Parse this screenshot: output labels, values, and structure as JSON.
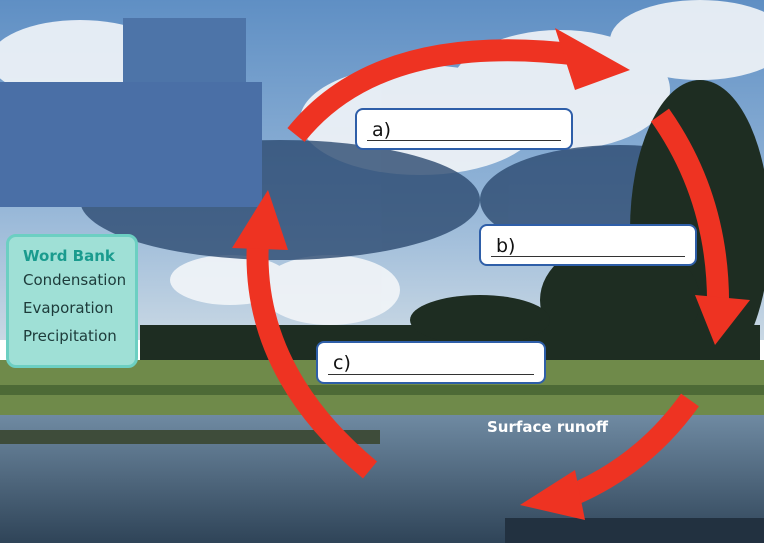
{
  "word_bank": {
    "title": "Word Bank",
    "items": [
      "Condensation",
      "Evaporation",
      "Precipitation"
    ],
    "bg_color": "#9fe0d6",
    "title_color": "#1a9b8e"
  },
  "boxes": [
    {
      "label": "a)",
      "value": ""
    },
    {
      "label": "b)",
      "value": ""
    },
    {
      "label": "c)",
      "value": ""
    }
  ],
  "runoff_label": "Surface runoff",
  "arrow_color": "#ee3322"
}
